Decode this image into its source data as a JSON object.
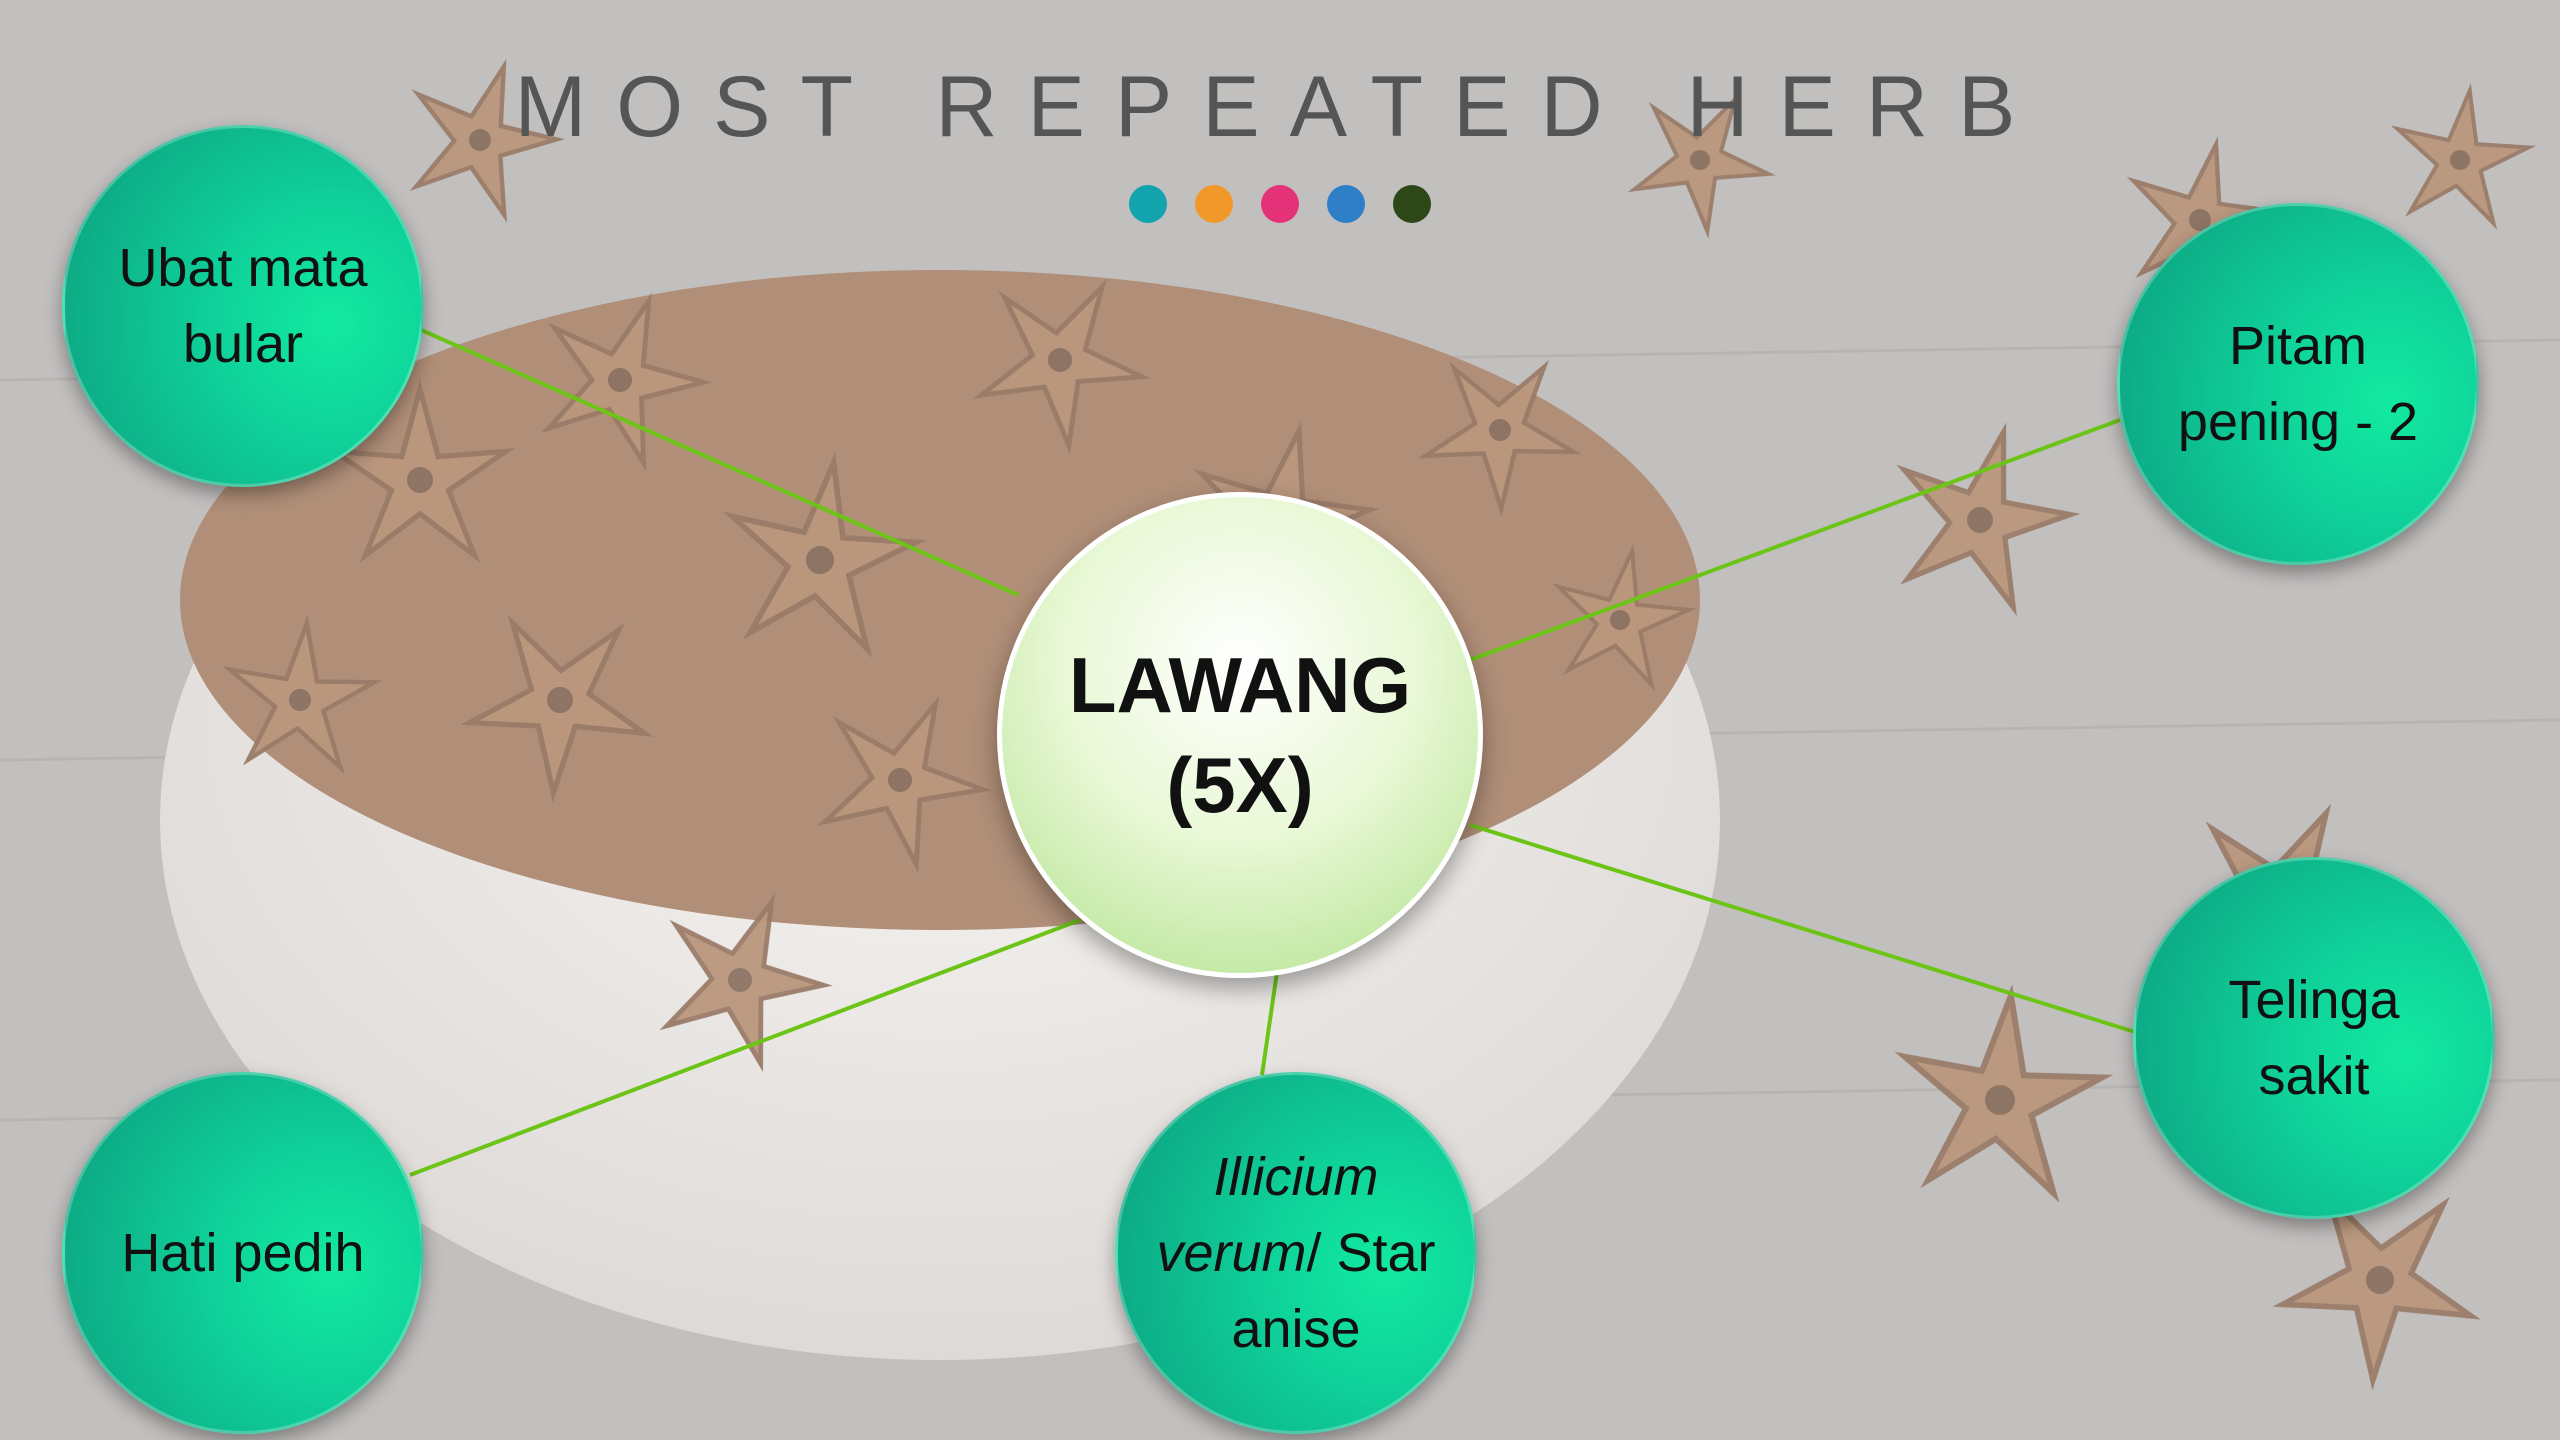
{
  "title": "MOST REPEATED HERB",
  "dot_colors": [
    "#13a3ad",
    "#f0982a",
    "#e5337a",
    "#2f7fc8",
    "#2e4716"
  ],
  "center": {
    "line1": "LAWANG",
    "line2": "(5X)"
  },
  "nodes": {
    "ubat_mata_bular": "Ubat mata bular",
    "pitam_pening": "Pitam pening - 2",
    "telinga_sakit": "Telinga sakit",
    "hati_pedih": "Hati pedih",
    "illicium": {
      "italic": "Illicium verum",
      "rest": "/ Star anise"
    }
  },
  "colors": {
    "connector": "#6cc417",
    "node_dark": "#0c9c7d",
    "node_light": "#12eaa0"
  }
}
